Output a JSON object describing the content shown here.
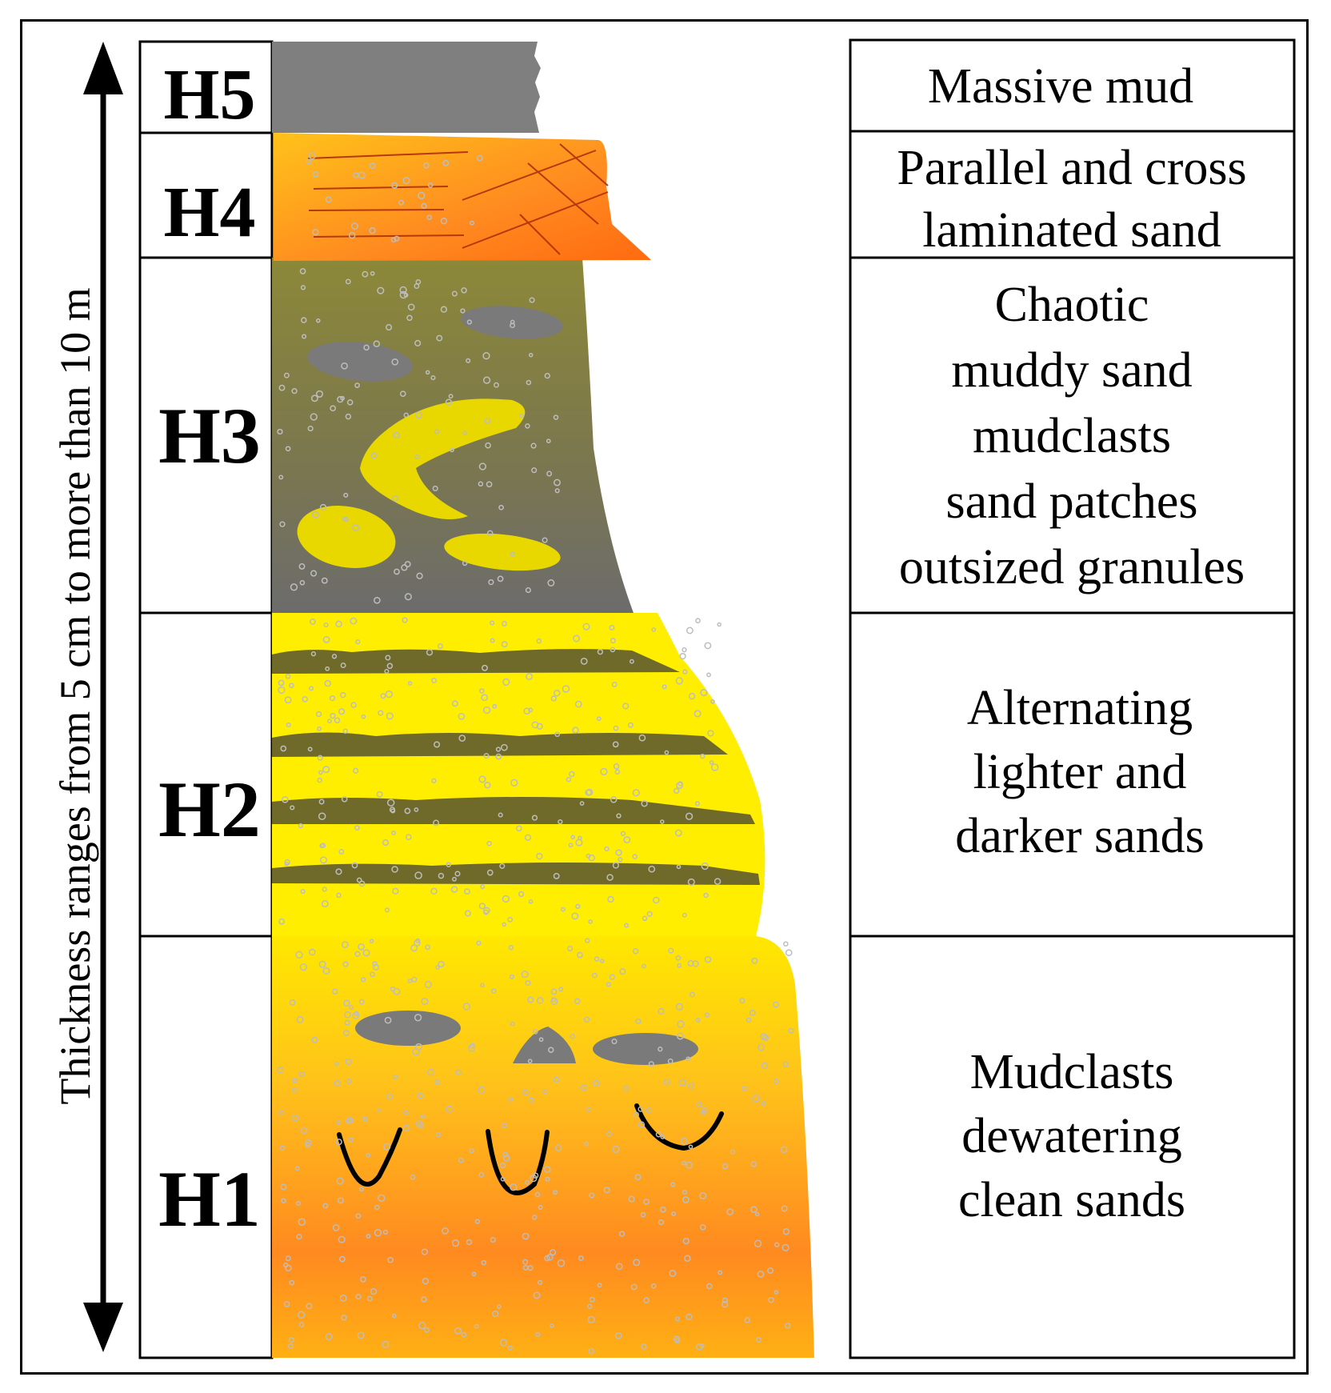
{
  "axis": {
    "label": "Thickness ranges from 5 cm to more than 10 m"
  },
  "units": [
    {
      "code": "H5",
      "description": [
        "Massive mud"
      ]
    },
    {
      "code": "H4",
      "description": [
        "Parallel and cross",
        "laminated sand"
      ]
    },
    {
      "code": "H3",
      "description": [
        "Chaotic",
        "muddy sand",
        "mudclasts",
        "sand patches",
        "outsized granules"
      ]
    },
    {
      "code": "H2",
      "description": [
        "Alternating",
        "lighter and",
        "darker sands"
      ]
    },
    {
      "code": "H1",
      "description": [
        "Mudclasts",
        "dewatering",
        "clean sands"
      ]
    }
  ],
  "colors": {
    "mud": "#7f7f7f",
    "sand_yellow": "#ffee00",
    "sand_orange": "#ff8a1e",
    "dark_sand": "#6f6a2a",
    "muddy_sand_top": "#8f8a3a",
    "muddy_sand_bottom": "#6e6e6e",
    "clast": "#7a7a7a",
    "sand_patch": "#e8d800",
    "grain": "#bdbdbd"
  }
}
